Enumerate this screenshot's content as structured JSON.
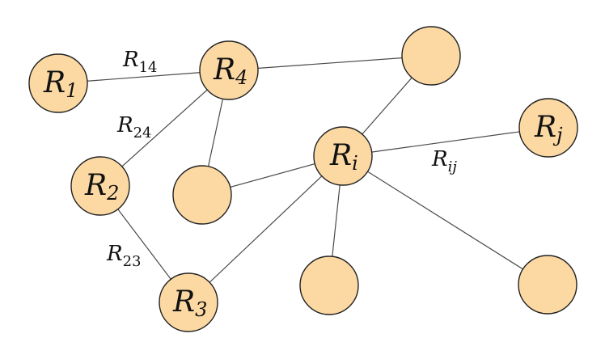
{
  "colors": {
    "node_fill": "#fcd9a3",
    "node_stroke": "#222222",
    "edge": "#4a4a4a",
    "text": "#111111"
  },
  "nodes": {
    "r1": {
      "main": "R",
      "sub": "1"
    },
    "r4": {
      "main": "R",
      "sub": "4"
    },
    "r2": {
      "main": "R",
      "sub": "2"
    },
    "r3": {
      "main": "R",
      "sub": "3"
    },
    "ri": {
      "main": "R",
      "sub": "i"
    },
    "rj": {
      "main": "R",
      "sub": "j"
    }
  },
  "edge_labels": {
    "r14": {
      "main": "R",
      "sub": "14"
    },
    "r24": {
      "main": "R",
      "sub": "24"
    },
    "r23": {
      "main": "R",
      "sub": "23"
    },
    "rij": {
      "main": "R",
      "sub": "ij"
    }
  }
}
